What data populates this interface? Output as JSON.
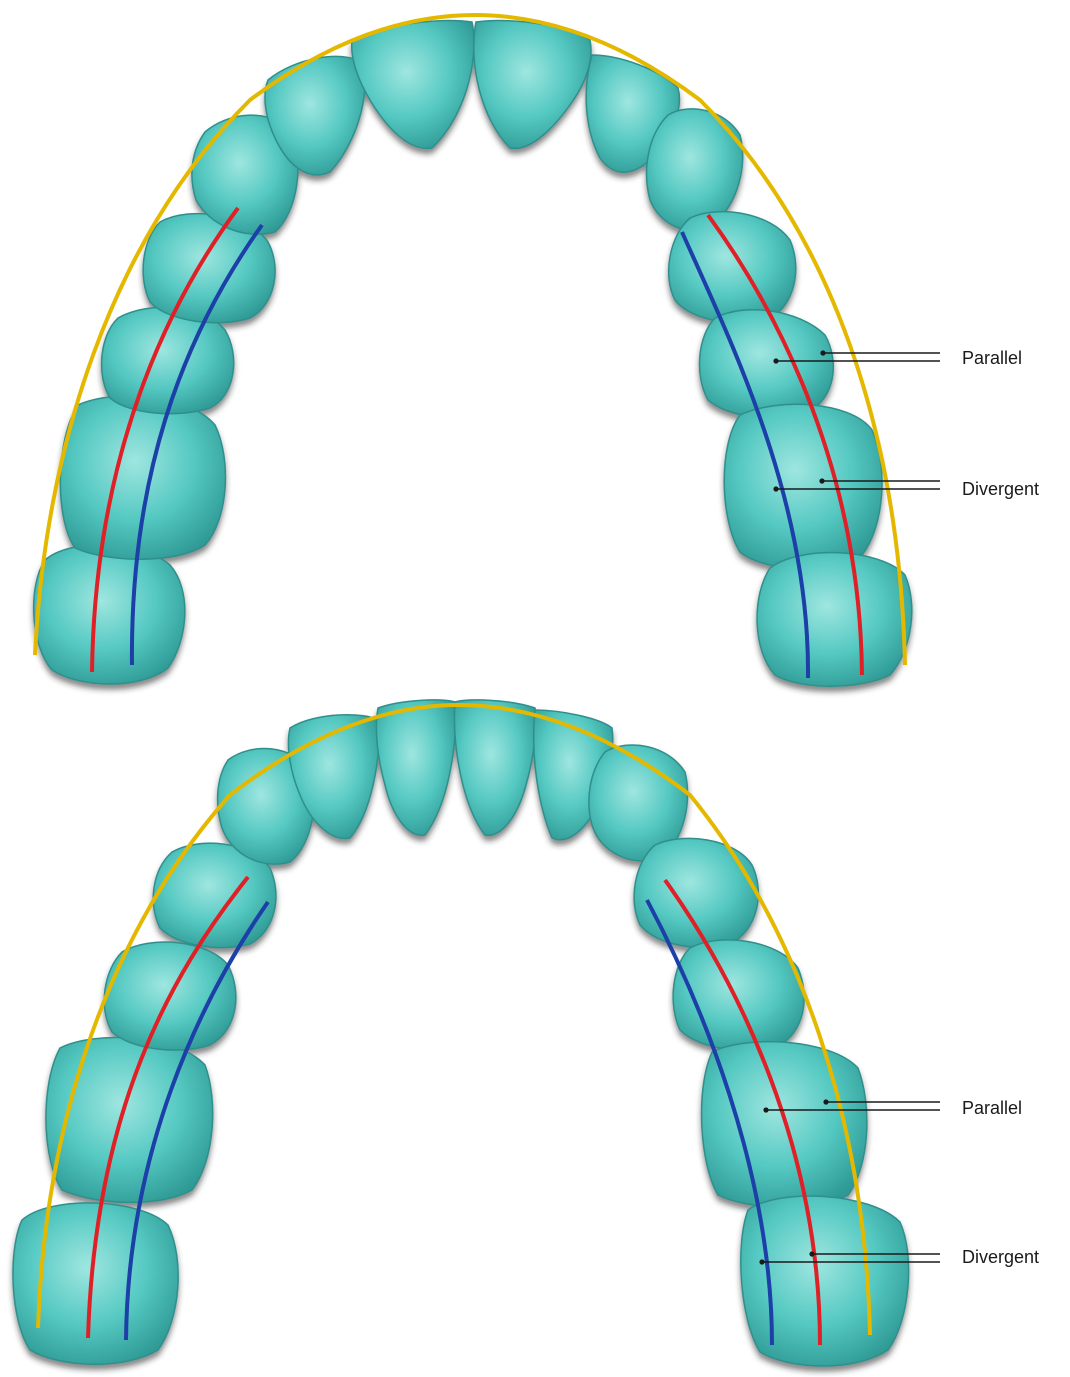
{
  "colors": {
    "tooth": "#55c9c2",
    "tooth_edge": "#2f8f8c",
    "tooth_shadow": "#3a3a3a",
    "tooth_highlight": "#bff0ec",
    "outer_arch_line": "#e5b800",
    "parallel_line": "#e02027",
    "divergent_line": "#1d3fa8",
    "leader_line": "#1a1a1a",
    "background": "#ffffff"
  },
  "upper_arch": {
    "labels": {
      "parallel": "Parallel",
      "divergent": "Divergent"
    }
  },
  "lower_arch": {
    "labels": {
      "parallel": "Parallel",
      "divergent": "Divergent"
    }
  }
}
